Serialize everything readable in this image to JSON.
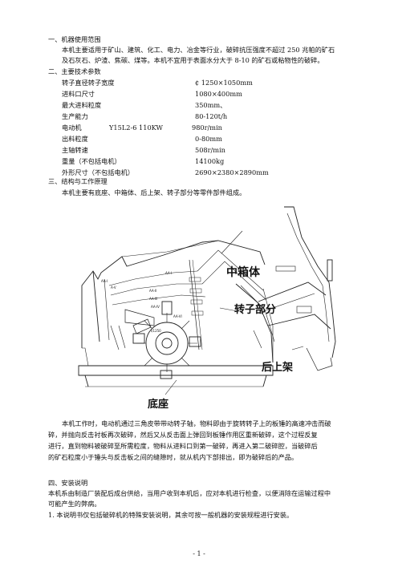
{
  "sections": {
    "s1_title": "一、机器使用范围",
    "s1_body_1": "本机主要适用于矿山、建筑、化工、电力、冶金等行业，破碎抗压强度不超过 250 兆帕的矿石",
    "s1_body_2": "及石灰石、炉渣、焦碳、煤等。本机不宜用于表面水分大于 8-10 的矿石或粘物性的破碎。",
    "s2_title": "二、主要技术参数",
    "s3_title": "三、结构与工作原理",
    "s3_body": "本机主要有底座、中箱体、后上架、转子部分等零件部件组成。",
    "s4_title": "四、安装说明"
  },
  "specs": [
    {
      "label": "转子直径转子宽度",
      "value": "¢ 1250×1050mm"
    },
    {
      "label": "进料口尺寸",
      "value": "1080×400mm"
    },
    {
      "label": "最大进料粒度",
      "value": "350mm、"
    },
    {
      "label": "生产能力",
      "value": "80-120t/h"
    },
    {
      "label": "电动机",
      "model": "Y15L2-6    110KW",
      "value": "980r/min"
    },
    {
      "label": "出料粒度",
      "value": "0-80mm"
    },
    {
      "label": "主轴转速",
      "value": "508r/min"
    },
    {
      "label": "重量（不包括电机）",
      "value": "14100kg"
    },
    {
      "label": "外形尺寸（不包括电机）",
      "value": "2690×2380×2890mm"
    }
  ],
  "figure": {
    "label_zhongxiangti": "中箱体",
    "label_zhuanzi": "转子部分",
    "label_houshangjia": "后上架",
    "label_dizuo": "底座",
    "part_a1": "AA-I",
    "part_a2": "AA-I",
    "part_a3": "AA-II",
    "part_a4": "AA-III",
    "part_a5": "AA-IV",
    "part_b1": "A-V",
    "part_b2": "AA-VI",
    "part_ring": "¢1250"
  },
  "principle": {
    "l1": "本机工作时，电动机通过三角皮带带动转子轴，物料即由于旋转转子上的板锤的高速冲击而破",
    "l2": "碎，并抛向反击衬板再次破碎，然后又从反击面上弹回到板锤作用区重新破碎，这个过程反复",
    "l3": "进行，直到物料被破碎至所需粒度，物料从进料口到第一破碎，再进入第二破碎腔，当破碎后",
    "l4": "的矿石粒度小于锤头与反击板之间的缝隙时，就从机内下部排出，即为破碎后的产品。"
  },
  "install": {
    "l1": "本机系由制造厂装配后成台供给，当用户收到本机后，应对本机进行检查，以便消除在运输过程中",
    "l2": "可能产生的弊病。",
    "l3": "1.   本说明书仅包括破碎机的特殊安装说明，其余可按一般机器的安装规程进行安装。"
  },
  "footer": "- 1 -"
}
